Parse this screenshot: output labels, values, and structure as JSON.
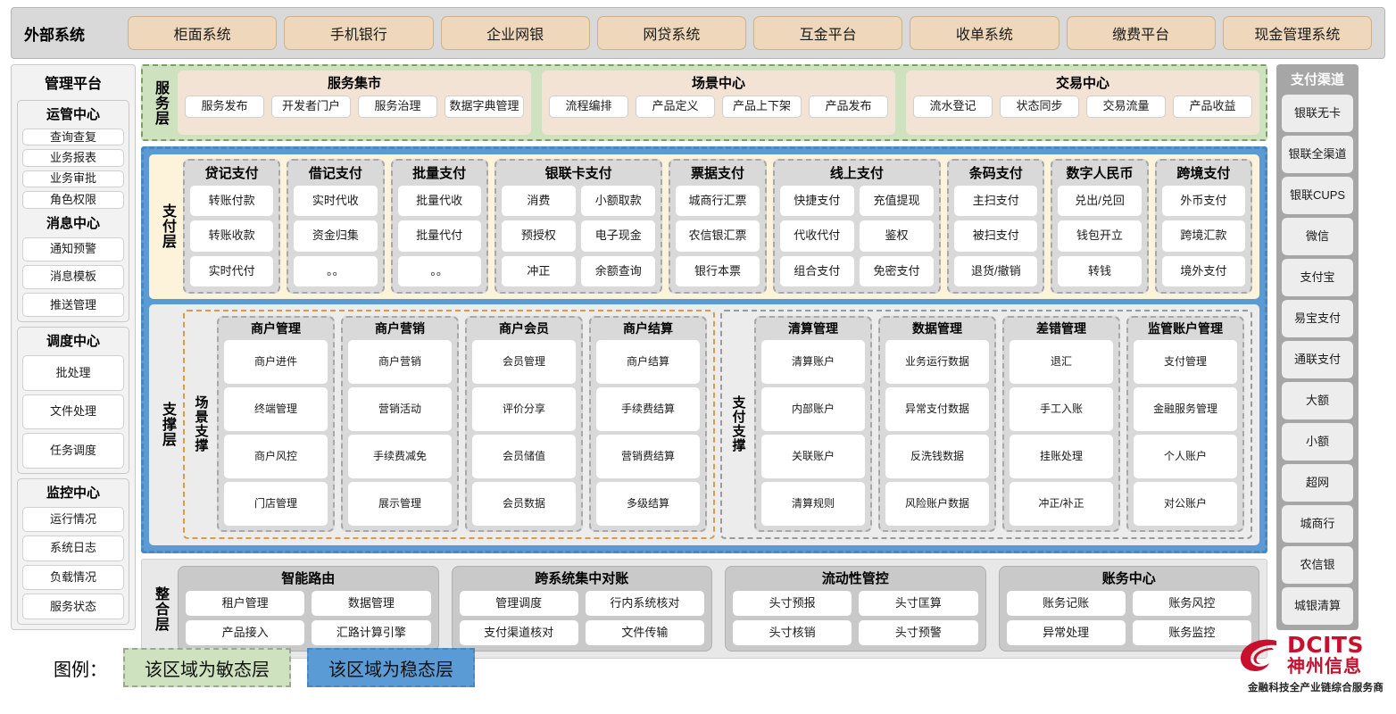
{
  "external": {
    "title": "外部系统",
    "items": [
      "柜面系统",
      "手机银行",
      "企业网银",
      "网贷系统",
      "互金平台",
      "收单系统",
      "缴费平台",
      "现金管理系统"
    ]
  },
  "management": {
    "title": "管理平台",
    "groups": [
      {
        "title": "运管中心",
        "items": [
          "查询查复",
          "业务报表",
          "业务审批",
          "角色权限"
        ]
      },
      {
        "title": "消息中心",
        "items": [
          "通知预警",
          "消息模板",
          "推送管理"
        ]
      },
      {
        "title": "调度中心",
        "items": [
          "批处理",
          "文件处理",
          "任务调度"
        ]
      },
      {
        "title": "监控中心",
        "items": [
          "运行情况",
          "系统日志",
          "负载情况",
          "服务状态"
        ]
      }
    ]
  },
  "service_layer": {
    "label": "服务层",
    "groups": [
      {
        "title": "服务集市",
        "items": [
          "服务发布",
          "开发者门户",
          "服务治理",
          "数据字典管理"
        ]
      },
      {
        "title": "场景中心",
        "items": [
          "流程编排",
          "产品定义",
          "产品上下架",
          "产品发布"
        ]
      },
      {
        "title": "交易中心",
        "items": [
          "流水登记",
          "状态同步",
          "交易流量",
          "产品收益"
        ]
      }
    ]
  },
  "payment_layer": {
    "label": "支付层",
    "groups": [
      {
        "title": "贷记支付",
        "cols": 1,
        "rows": [
          [
            "转账付款"
          ],
          [
            "转账收款"
          ],
          [
            "实时代付"
          ]
        ]
      },
      {
        "title": "借记支付",
        "cols": 1,
        "rows": [
          [
            "实时代收"
          ],
          [
            "资金归集"
          ],
          [
            "。。"
          ]
        ]
      },
      {
        "title": "批量支付",
        "cols": 1,
        "rows": [
          [
            "批量代收"
          ],
          [
            "批量代付"
          ],
          [
            "。。"
          ]
        ]
      },
      {
        "title": "银联卡支付",
        "cols": 2,
        "rows": [
          [
            "消费",
            "小额取款"
          ],
          [
            "预授权",
            "电子现金"
          ],
          [
            "冲正",
            "余额查询"
          ]
        ]
      },
      {
        "title": "票据支付",
        "cols": 1,
        "rows": [
          [
            "城商行汇票"
          ],
          [
            "农信银汇票"
          ],
          [
            "银行本票"
          ]
        ]
      },
      {
        "title": "线上支付",
        "cols": 2,
        "rows": [
          [
            "快捷支付",
            "充值提现"
          ],
          [
            "代收代付",
            "鉴权"
          ],
          [
            "组合支付",
            "免密支付"
          ]
        ]
      },
      {
        "title": "条码支付",
        "cols": 1,
        "rows": [
          [
            "主扫支付"
          ],
          [
            "被扫支付"
          ],
          [
            "退货/撤销"
          ]
        ]
      },
      {
        "title": "数字人民币",
        "cols": 1,
        "rows": [
          [
            "兑出/兑回"
          ],
          [
            "钱包开立"
          ],
          [
            "转钱"
          ]
        ]
      },
      {
        "title": "跨境支付",
        "cols": 1,
        "rows": [
          [
            "外币支付"
          ],
          [
            "跨境汇款"
          ],
          [
            "境外支付"
          ]
        ]
      }
    ]
  },
  "support_layer": {
    "label": "支撑层",
    "boxes": [
      {
        "sub_label": "场景支撑",
        "groups": [
          {
            "title": "商户管理",
            "items": [
              "商户进件",
              "终端管理",
              "商户风控",
              "门店管理"
            ]
          },
          {
            "title": "商户营销",
            "items": [
              "商户营销",
              "营销活动",
              "手续费减免",
              "展示管理"
            ]
          },
          {
            "title": "商户会员",
            "items": [
              "会员管理",
              "评价分享",
              "会员储值",
              "会员数据"
            ]
          },
          {
            "title": "商户结算",
            "items": [
              "商户结算",
              "手续费结算",
              "营销费结算",
              "多级结算"
            ]
          }
        ]
      },
      {
        "sub_label": "支付支撑",
        "groups": [
          {
            "title": "清算管理",
            "items": [
              "清算账户",
              "内部账户",
              "关联账户",
              "清算规则"
            ]
          },
          {
            "title": "数据管理",
            "items": [
              "业务运行数据",
              "异常支付数据",
              "反洗钱数据",
              "风险账户数据"
            ]
          },
          {
            "title": "差错管理",
            "items": [
              "退汇",
              "手工入账",
              "挂账处理",
              "冲正/补正"
            ]
          },
          {
            "title": "监管账户管理",
            "items": [
              "支付管理",
              "金融服务管理",
              "个人账户",
              "对公账户"
            ]
          }
        ]
      }
    ]
  },
  "integration_layer": {
    "label": "整合层",
    "groups": [
      {
        "title": "智能路由",
        "rows": [
          [
            "租户管理",
            "数据管理"
          ],
          [
            "产品接入",
            "汇路计算引擎"
          ]
        ]
      },
      {
        "title": "跨系统集中对账",
        "rows": [
          [
            "管理调度",
            "行内系统核对"
          ],
          [
            "支付渠道核对",
            "文件传输"
          ]
        ]
      },
      {
        "title": "流动性管控",
        "rows": [
          [
            "头寸预报",
            "头寸匡算"
          ],
          [
            "头寸核销",
            "头寸预警"
          ]
        ]
      },
      {
        "title": "账务中心",
        "rows": [
          [
            "账务记账",
            "账务风控"
          ],
          [
            "异常处理",
            "账务监控"
          ]
        ]
      }
    ]
  },
  "channels": {
    "title": "支付渠道",
    "items": [
      "银联无卡",
      "银联全渠道",
      "银联CUPS",
      "微信",
      "支付宝",
      "易宝支付",
      "通联支付",
      "大额",
      "小额",
      "超网",
      "城商行",
      "农信银",
      "城银清算"
    ]
  },
  "legend": {
    "label": "图例：",
    "agile": "该区域为敏态层",
    "stable": "该区域为稳态层"
  },
  "brand": {
    "en": "DCITS",
    "cn": "神州信息",
    "tagline": "金融科技全产业链综合服务商"
  },
  "colors": {
    "agile_green": "#cfe2c0",
    "stable_blue": "#5b9bd5",
    "external_chip": "#eed7ba",
    "payment_panel": "#fdf3da",
    "brand_red": "#c8102e"
  }
}
